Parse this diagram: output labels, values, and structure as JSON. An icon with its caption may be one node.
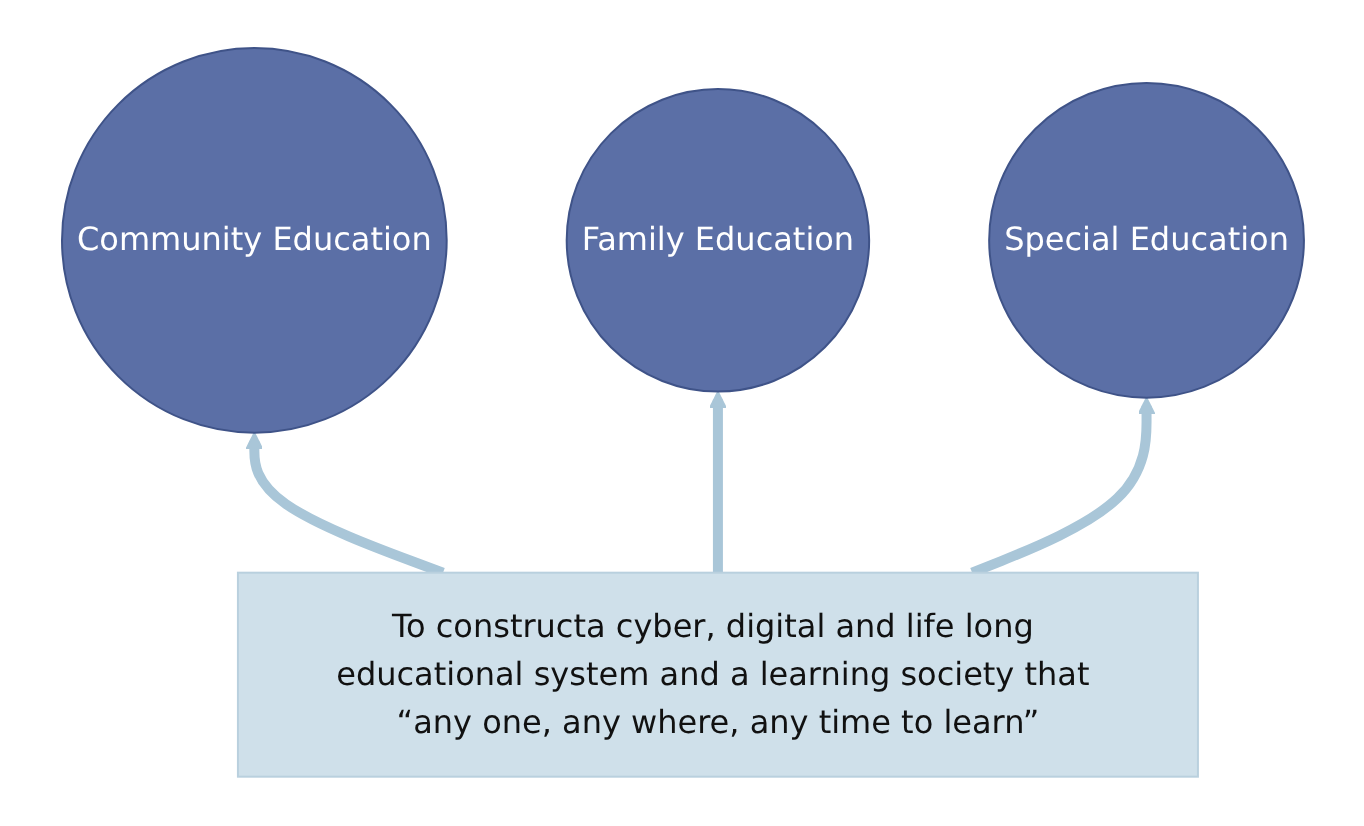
{
  "diagram": {
    "nodes": [
      {
        "text": [
          "Community Education"
        ]
      },
      {
        "text": [
          "Family Education"
        ]
      },
      {
        "text": [
          "Special Education"
        ]
      },
      {
        "text": [
          "To constructa cyber, digital and life long educational system and a learning society that “any one, any where, any time to learn”"
        ]
      }
    ],
    "edges": [
      {
        "from": 3,
        "to": 0,
        "arrow": "to"
      },
      {
        "from": 3,
        "to": 1,
        "arrow": "to"
      },
      {
        "from": 3,
        "to": 2,
        "arrow": "to"
      }
    ]
  }
}
